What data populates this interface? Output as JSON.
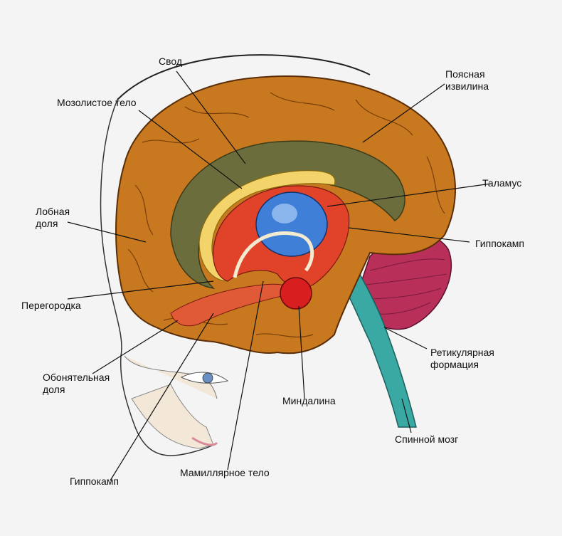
{
  "diagram": {
    "labels": {
      "svod": "Свод",
      "corpus_callosum": "Мозолистое тело",
      "cingulate_gyrus": "Поясная\nизвилина",
      "thalamus": "Таламус",
      "frontal_lobe": "Лобная\nдоля",
      "hippocampus_right": "Гиппокамп",
      "septum": "Перегородка",
      "reticular_formation": "Ретикулярная\nформация",
      "olfactory_lobe": "Обонятельная\nдоля",
      "amygdala": "Миндалина",
      "spinal_cord": "Спинной мозг",
      "mamillary_body": "Мамиллярное тело",
      "hippocampus_bottom": "Гиппокамп"
    },
    "colors": {
      "background": "#f4f4f4",
      "cortex": "#c8781e",
      "cortex_dark": "#8a4a10",
      "cingulate": "#6b6e3c",
      "corpus_callosum": "#f2d46a",
      "limbic_red": "#e0432a",
      "thalamus": "#3f7fd8",
      "amygdala": "#d81e1e",
      "cerebellum": "#b8305a",
      "brainstem": "#3aa9a3",
      "skin": "#f3e7d8"
    }
  }
}
